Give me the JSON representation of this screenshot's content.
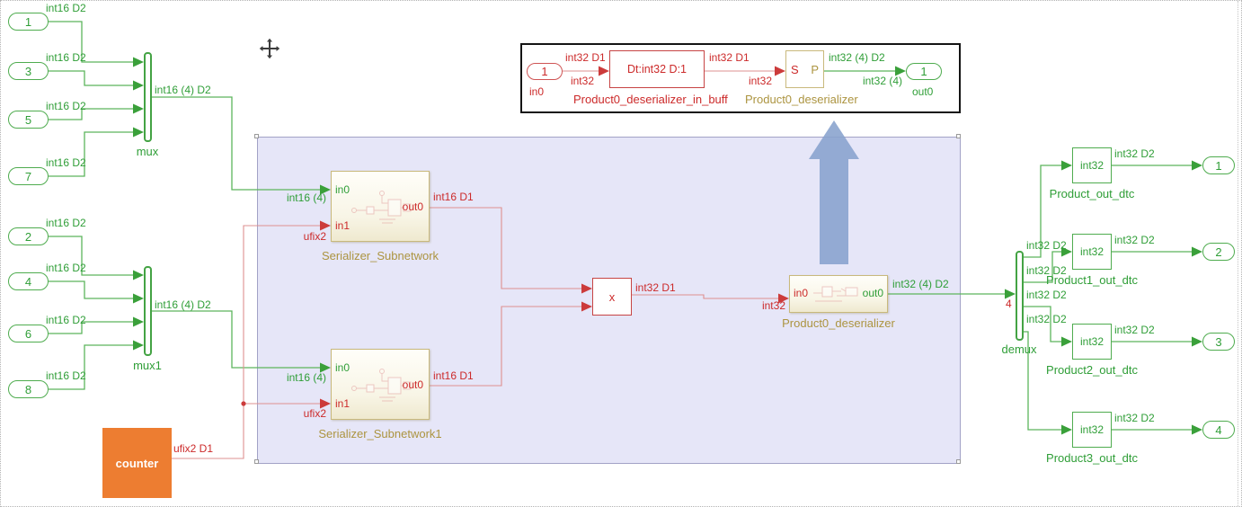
{
  "colors": {
    "green": "#2f9e37",
    "red": "#cc2a2a",
    "olive": "#ac9440",
    "orange": "#ED7D31",
    "lavender": "#e6e6f8",
    "arrow_blue": "#87a2cd"
  },
  "inputs": [
    {
      "id": "1",
      "signal": "int16 D2"
    },
    {
      "id": "3",
      "signal": "int16 D2"
    },
    {
      "id": "5",
      "signal": "int16 D2"
    },
    {
      "id": "7",
      "signal": "int16 D2"
    },
    {
      "id": "2",
      "signal": "int16 D2"
    },
    {
      "id": "4",
      "signal": "int16 D2"
    },
    {
      "id": "6",
      "signal": "int16 D2"
    },
    {
      "id": "8",
      "signal": "int16 D2"
    }
  ],
  "muxes": [
    {
      "label": "mux",
      "out_signal": "int16 (4) D2"
    },
    {
      "label": "mux1",
      "out_signal": "int16 (4) D2"
    }
  ],
  "serializers": [
    {
      "name": "Serializer_Subnetwork",
      "in0": "in0",
      "in1": "in1",
      "out0": "out0",
      "in0_signal": "int16 (4)",
      "in1_signal": "ufix2",
      "out_signal": "int16 D1"
    },
    {
      "name": "Serializer_Subnetwork1",
      "in0": "in0",
      "in1": "in1",
      "out0": "out0",
      "in0_signal": "int16 (4)",
      "in1_signal": "ufix2",
      "out_signal": "int16 D1"
    }
  ],
  "counter": {
    "label": "counter",
    "out_signal": "ufix2 D1"
  },
  "product": {
    "label": "x",
    "out_signal": "int32 D1",
    "in_type": "int32"
  },
  "deserializer": {
    "name": "Product0_deserializer",
    "in0": "in0",
    "out0": "out0",
    "out_signal": "int32 (4) D2"
  },
  "demux": {
    "label": "demux",
    "width_label": "4",
    "out_signals": [
      "int32 D2",
      "int32 D2",
      "int32 D2",
      "int32 D2"
    ]
  },
  "dtcs": [
    {
      "text": "int32",
      "name": "Product_out_dtc",
      "out_signal": "int32 D2",
      "port_id": "1"
    },
    {
      "text": "int32",
      "name": "Product1_out_dtc",
      "out_signal": "int32 D2",
      "port_id": "2"
    },
    {
      "text": "int32",
      "name": "Product2_out_dtc",
      "out_signal": "int32 D2",
      "port_id": "3"
    },
    {
      "text": "int32",
      "name": "Product3_out_dtc",
      "out_signal": "int32 D2",
      "port_id": "4"
    }
  ],
  "callout": {
    "in_port_id": "1",
    "in_port_name": "in0",
    "seg1_signal": "int32 D1",
    "seg1_type": "int32",
    "buff_text": "Dt:int32 D:1",
    "buff_name": "Product0_deserializer_in_buff",
    "seg2_signal": "int32 D1",
    "seg2_type": "int32",
    "s_label": "S",
    "p_label": "P",
    "deser_name": "Product0_deserializer",
    "seg3_signal": "int32 (4) D2",
    "seg3_type": "int32 (4)",
    "out_port_id": "1",
    "out_port_name": "out0"
  }
}
